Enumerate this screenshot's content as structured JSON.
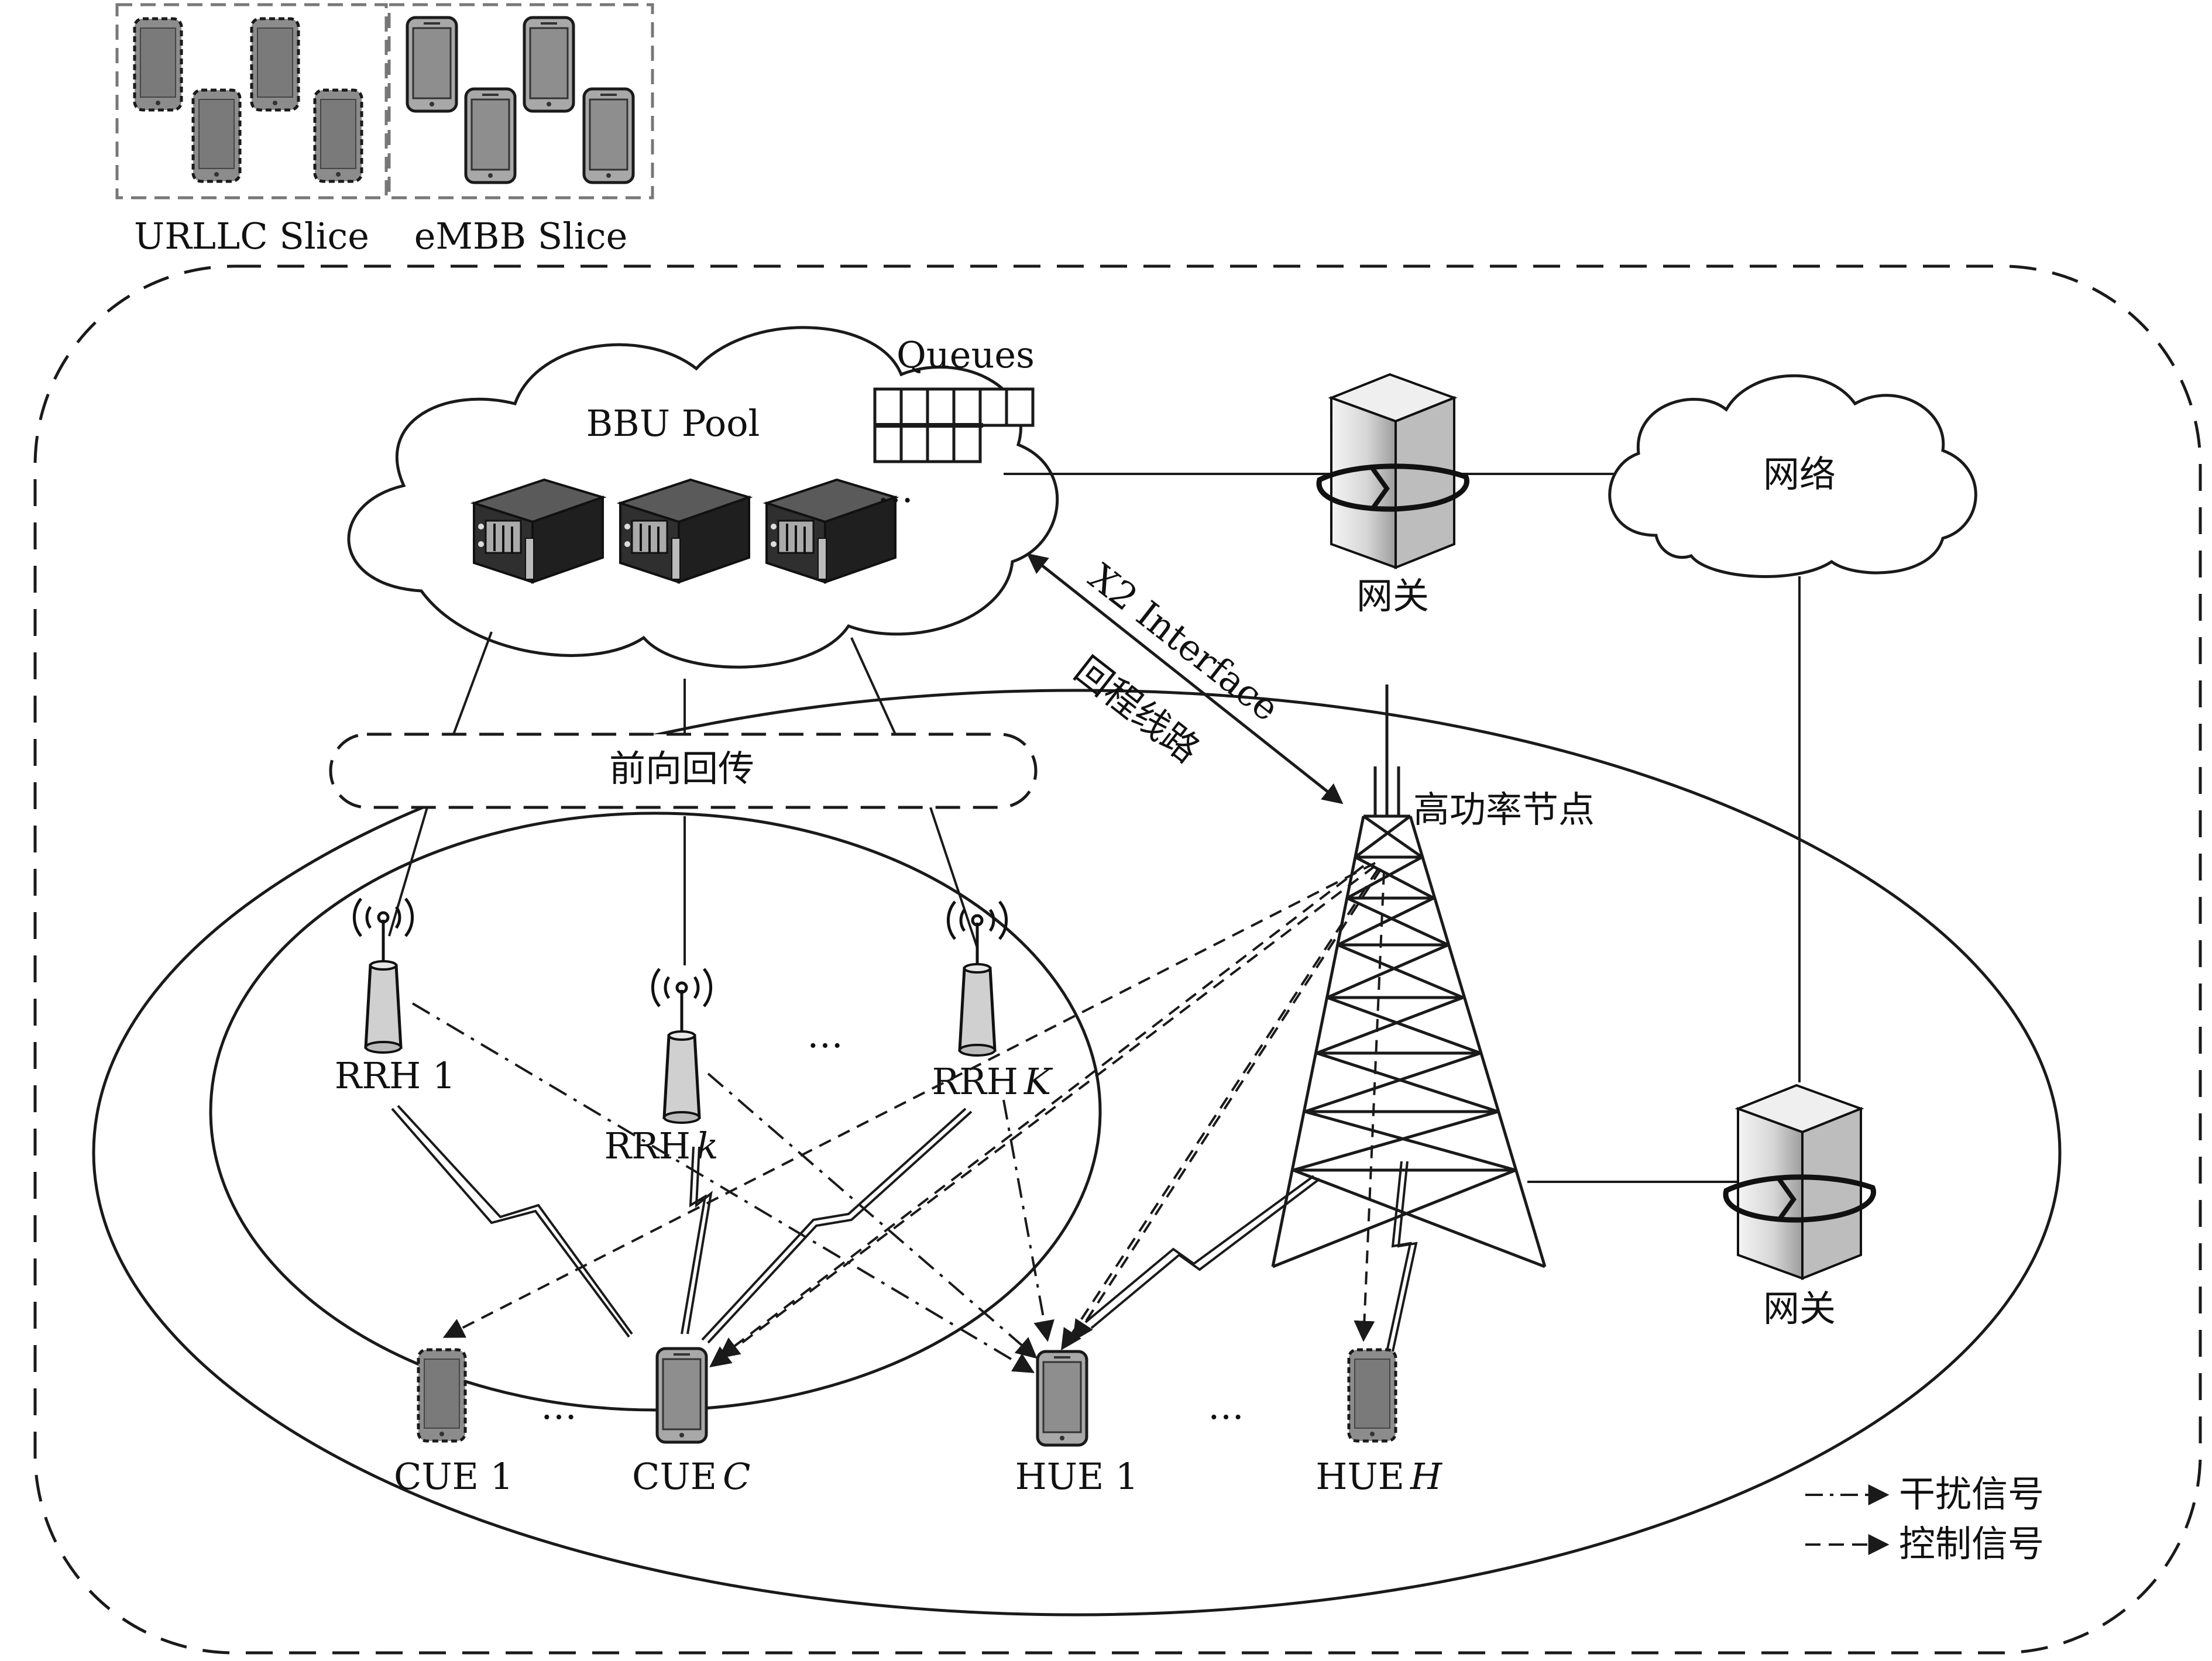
{
  "legend_slices": {
    "urllc": "URLLC Slice",
    "embb": "eMBB Slice"
  },
  "bbu": {
    "title": "BBU Pool",
    "queues_label": "Queues",
    "ellipsis": "…"
  },
  "gateways": {
    "top_label": "网关",
    "bottom_label": "网关"
  },
  "network": {
    "label": "网络"
  },
  "fronthaul": {
    "label": "前向回传"
  },
  "backhaul": {
    "x2_label": "X2 Interface",
    "line_label": "回程线路"
  },
  "hpn": {
    "label": "高功率节点"
  },
  "rrh": {
    "rrh1_text": "RRH 1",
    "rrhk_text": "RRH ",
    "rrhk_var": "k",
    "rrhK_text": "RRH ",
    "rrhK_var": "K",
    "ellipsis": "…"
  },
  "users": {
    "cue1": "CUE 1",
    "cueC_text": "CUE ",
    "cueC_var": "C",
    "hue1": "HUE 1",
    "hueH_text": "HUE ",
    "hueH_var": "H",
    "ellipsis_cue": "…",
    "ellipsis_hue": "…"
  },
  "legend": {
    "interference": "干扰信号",
    "control": "控制信号"
  },
  "colors": {
    "stroke": "#1a1a1a",
    "device_fill": "#9a9a9a",
    "server_dark": "#2b2b2b",
    "gateway_light": "#d9d9d9"
  }
}
